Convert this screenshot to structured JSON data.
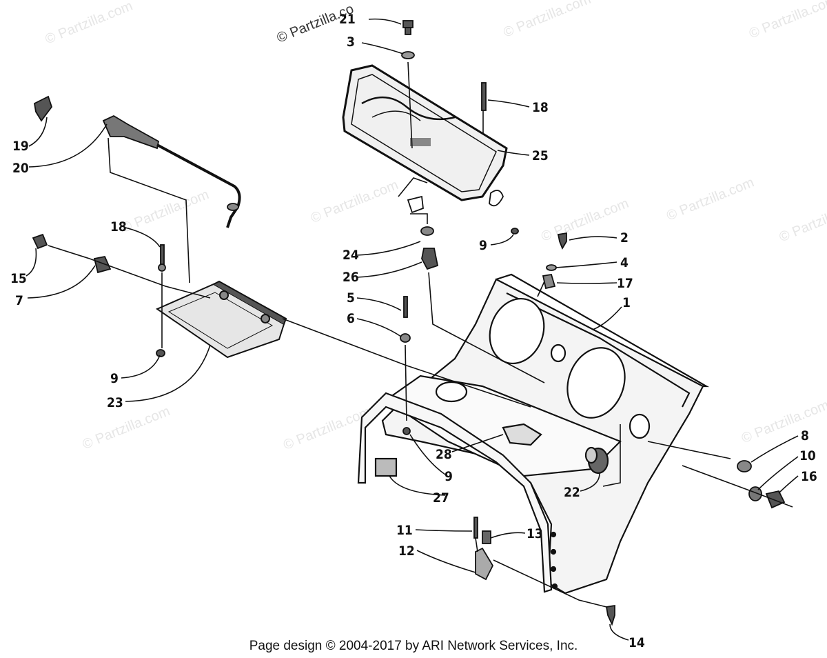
{
  "watermark": "© Partzilla.com",
  "watermark_top": "© Partzilla.co",
  "footer": "Page design © 2004-2017 by ARI Network Services, Inc.",
  "callouts": [
    "21",
    "3",
    "18",
    "25",
    "19",
    "20",
    "18",
    "24",
    "26",
    "9",
    "2",
    "4",
    "17",
    "1",
    "15",
    "7",
    "5",
    "6",
    "9",
    "23",
    "28",
    "9",
    "27",
    "22",
    "8",
    "10",
    "16",
    "11",
    "13",
    "12",
    "14"
  ]
}
